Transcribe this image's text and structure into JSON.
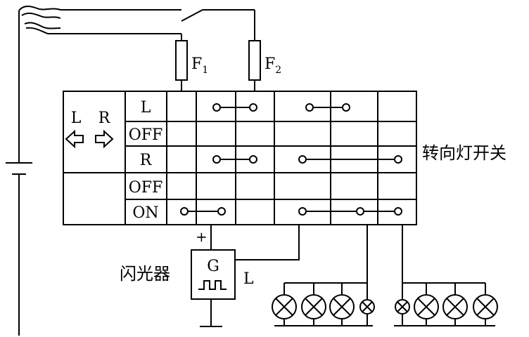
{
  "fuses": [
    {
      "letter": "F",
      "sub": "1"
    },
    {
      "letter": "F",
      "sub": "2"
    }
  ],
  "switch": {
    "title": "转向灯开关",
    "left_label": "L",
    "right_label": "R",
    "rows": [
      "L",
      "OFF",
      "R",
      "OFF",
      "ON"
    ]
  },
  "flasher": {
    "name": "闪光器",
    "symbol": "G",
    "plus": "+",
    "terminal": "L"
  }
}
